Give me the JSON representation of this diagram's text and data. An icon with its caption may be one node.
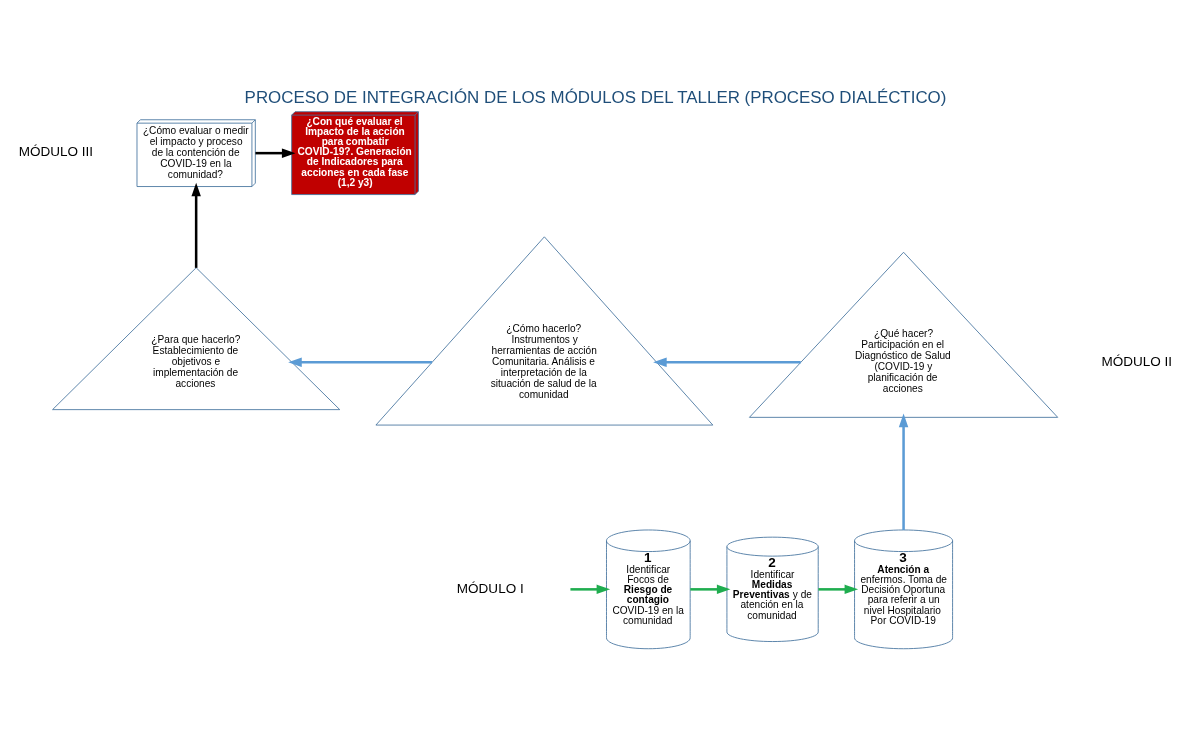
{
  "diagram": {
    "title": "PROCESO DE INTEGRACIÓN DE LOS MÓDULOS DEL TALLER (PROCESO DIALÉCTICO)",
    "nodes": [
      {
        "text": [
          "¿Cómo evaluar o medir el impacto y proceso de la contención de COVID-19 en la comunidad?"
        ]
      },
      {
        "text": [
          "¿Con qué evaluar el Impacto de la acción para combatir COVID-19?. Generación de Indicadores para acciones en cada fase (1,2 y3)"
        ]
      },
      {
        "text": [
          "¿Para que hacerlo? Establecimiento de objetivos e implementación de acciones"
        ]
      },
      {
        "text": [
          "¿Cómo hacerlo? Instrumentos y herramientas de acción Comunitaria. Análisis e interpretación de la situación de salud de la comunidad"
        ]
      },
      {
        "text": [
          "¿Qué hacer? Participación en el Diagnóstico de Salud (COVID-19 y planificación de acciones"
        ]
      },
      {
        "text": [
          "1",
          "Identificar Focos de **Riesgo de contagio** COVID-19 en la comunidad"
        ]
      },
      {
        "text": [
          "2",
          "Identificar **Medidas Preventivas** y de atención en la comunidad"
        ]
      },
      {
        "text": [
          "3",
          "**Atención a enfermos**. Toma de Decisión Oportuna para referir a un nivel Hospitalario Por COVID-19"
        ]
      }
    ],
    "edges": [
      {
        "from": 0,
        "to": 1,
        "arrow": "to",
        "color": "#000000"
      },
      {
        "from": 2,
        "to": 0,
        "arrow": "to",
        "color": "#000000"
      },
      {
        "from": 4,
        "to": 3,
        "arrow": "to",
        "color": "#5b9bd5"
      },
      {
        "from": 3,
        "to": 2,
        "arrow": "to",
        "color": "#5b9bd5"
      },
      {
        "from": null,
        "to": 5,
        "arrow": "to",
        "color": "#1fad4f"
      },
      {
        "from": 5,
        "to": 6,
        "arrow": "to",
        "color": "#1fad4f"
      },
      {
        "from": 6,
        "to": 7,
        "arrow": "to",
        "color": "#1fad4f"
      },
      {
        "from": 7,
        "to": 4,
        "arrow": "to",
        "color": "#5b9bd5"
      }
    ],
    "labels": [
      "MÓDULO III",
      "MÓDULO II",
      "MÓDULO I"
    ]
  }
}
